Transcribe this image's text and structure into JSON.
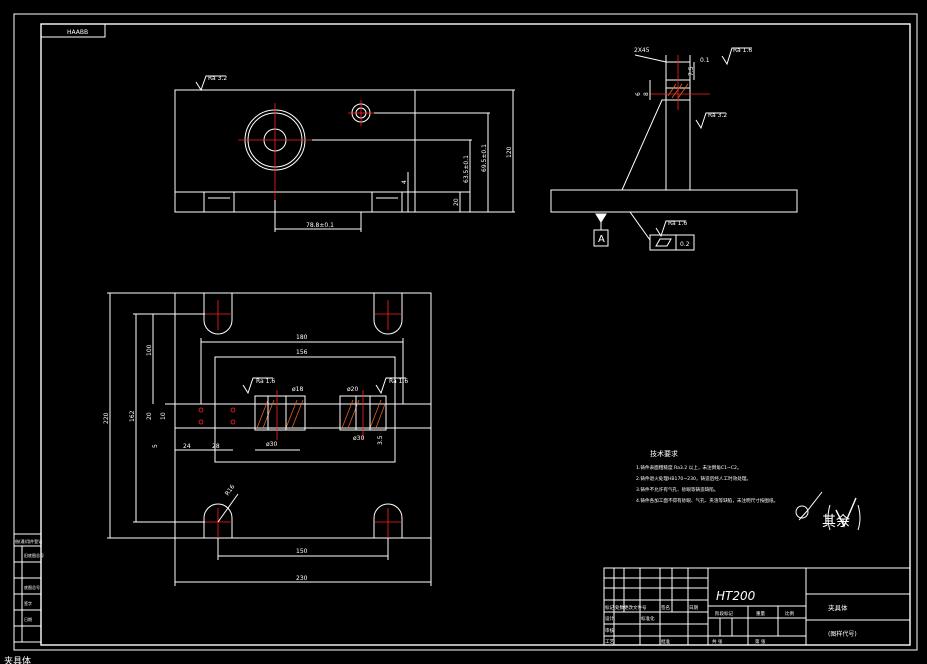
{
  "top_label": "HAABB",
  "front_view": {
    "surface_finish_top": "Ra 3.2",
    "dim_width_bottom": "78.8±0.1",
    "dim_height_total": "120",
    "dim_center_1": "63.5±0.1",
    "dim_center_2": "69.5±0.1",
    "dim_base": "20",
    "dim_slot": "4"
  },
  "side_view": {
    "chamfer": "2X45",
    "tolerance_top": "0.1",
    "tolerance_ref": "A",
    "surface_finish_1": "Ra 1.6",
    "surface_finish_2": "Ra 3.2",
    "dim_1": "7.5",
    "dim_2": "8",
    "dim_3": "6",
    "surface_finish_bottom": "Ra 1.6",
    "datum": "A",
    "flatness": "0.2"
  },
  "plan_view": {
    "dim_180": "180",
    "dim_156": "156",
    "dim_220": "220",
    "dim_162": "162",
    "dim_100": "100",
    "dim_20": "20",
    "dim_10": "10",
    "dim_5": "5",
    "dim_24": "24",
    "dim_28": "28",
    "dim_150": "150",
    "dim_230": "230",
    "dim_35": "3.5",
    "hole_1": "ø18",
    "hole_2": "ø30",
    "hole_3": "ø20",
    "hole_4": "ø30",
    "finish_1": "Ra 1.6",
    "finish_2": "Ra 1.6",
    "slot_radius": "R16"
  },
  "tech_req": {
    "title": "技术要求",
    "items": [
      "1.铸件表面粗糙度 Ra3.2 以上，未注倒角C1~C2。",
      "2.铸件退火处理HB170~230，铸造后经人工时效处理。",
      "3.铸件不允许有气孔、砂眼等铸造缺陷。",
      "4.铸件各加工面不得有砂眼、气孔、夹渣等缺陷，未注明尺寸按图纸。"
    ]
  },
  "roughness_other": "其余",
  "title_block": {
    "material": "HT200",
    "part_name": "夹具体",
    "drawing_no": "(图样代号)",
    "row_labels": [
      "标记",
      "处数",
      "更改文件号",
      "签名",
      "日期"
    ],
    "design": "设计",
    "standard": "标准化",
    "review": "审核",
    "process": "工艺",
    "approve": "批准",
    "stage_mark": "阶段标记",
    "weight": "重量",
    "scale": "比例",
    "sheets": "共    张",
    "sheet": "第    张"
  },
  "left_strip": [
    "借(通)用件登记",
    "旧底图总号",
    "底图总号",
    "签字",
    "日期"
  ],
  "footer_text": "夹具体"
}
